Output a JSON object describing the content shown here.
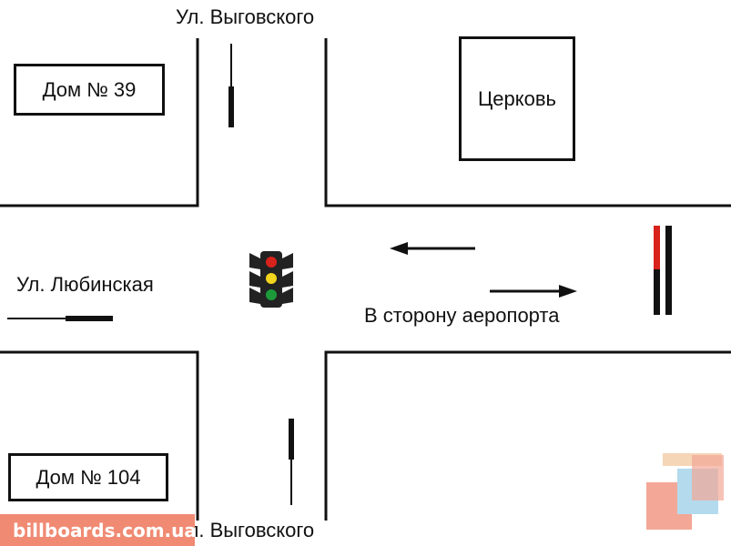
{
  "streets": {
    "vyhovskoho_top": "Ул. Выговского",
    "vyhovskoho_bottom": "Ул. Выговского",
    "lyubinskaya": "Ул. Любинская"
  },
  "buildings": {
    "house_39": "Дом № 39",
    "church": "Церковь",
    "house_104": "Дом № 104"
  },
  "direction_label": "В сторону аеропорта",
  "watermark": "billboards.com.ua",
  "colors": {
    "traffic_light_red": "#d8221c",
    "traffic_light_yellow": "#f2d51c",
    "traffic_light_green": "#1c9a3a",
    "billboard_marker": "#d8221c",
    "watermark_bg": "#f08a73"
  }
}
